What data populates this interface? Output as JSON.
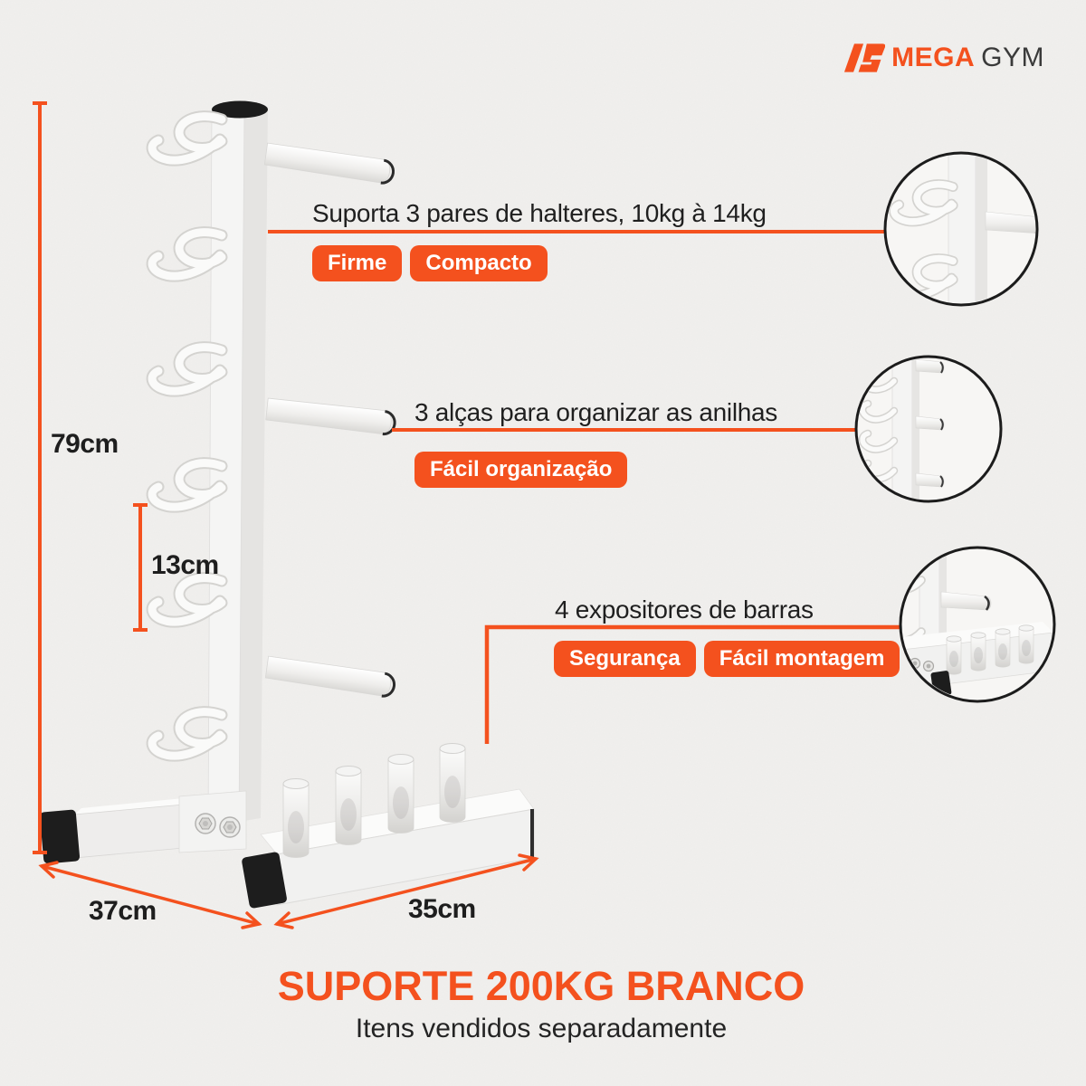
{
  "brand": {
    "name_primary": "MEGA",
    "name_secondary": "GYM"
  },
  "annotations": [
    {
      "text": "Suporta 3 pares de halteres, 10kg à 14kg",
      "badges": [
        "Firme",
        "Compacto"
      ]
    },
    {
      "text": "3 alças para organizar as anilhas",
      "badges": [
        "Fácil organização"
      ]
    },
    {
      "text": "4 expositores de barras",
      "badges": [
        "Segurança",
        "Fácil montagem"
      ]
    }
  ],
  "dimensions": {
    "height": "79cm",
    "hook_spacing": "13cm",
    "base_depth": "37cm",
    "base_width": "35cm"
  },
  "footer": {
    "title": "SUPORTE 200KG BRANCO",
    "subtitle": "Itens vendidos separadamente"
  },
  "colors": {
    "accent": "#F4511E",
    "text_dark": "#1F1F1F",
    "logo_gray": "#3A3A3A",
    "rack_white": "#F4F4F3",
    "cap_black": "#1D1D1D"
  }
}
